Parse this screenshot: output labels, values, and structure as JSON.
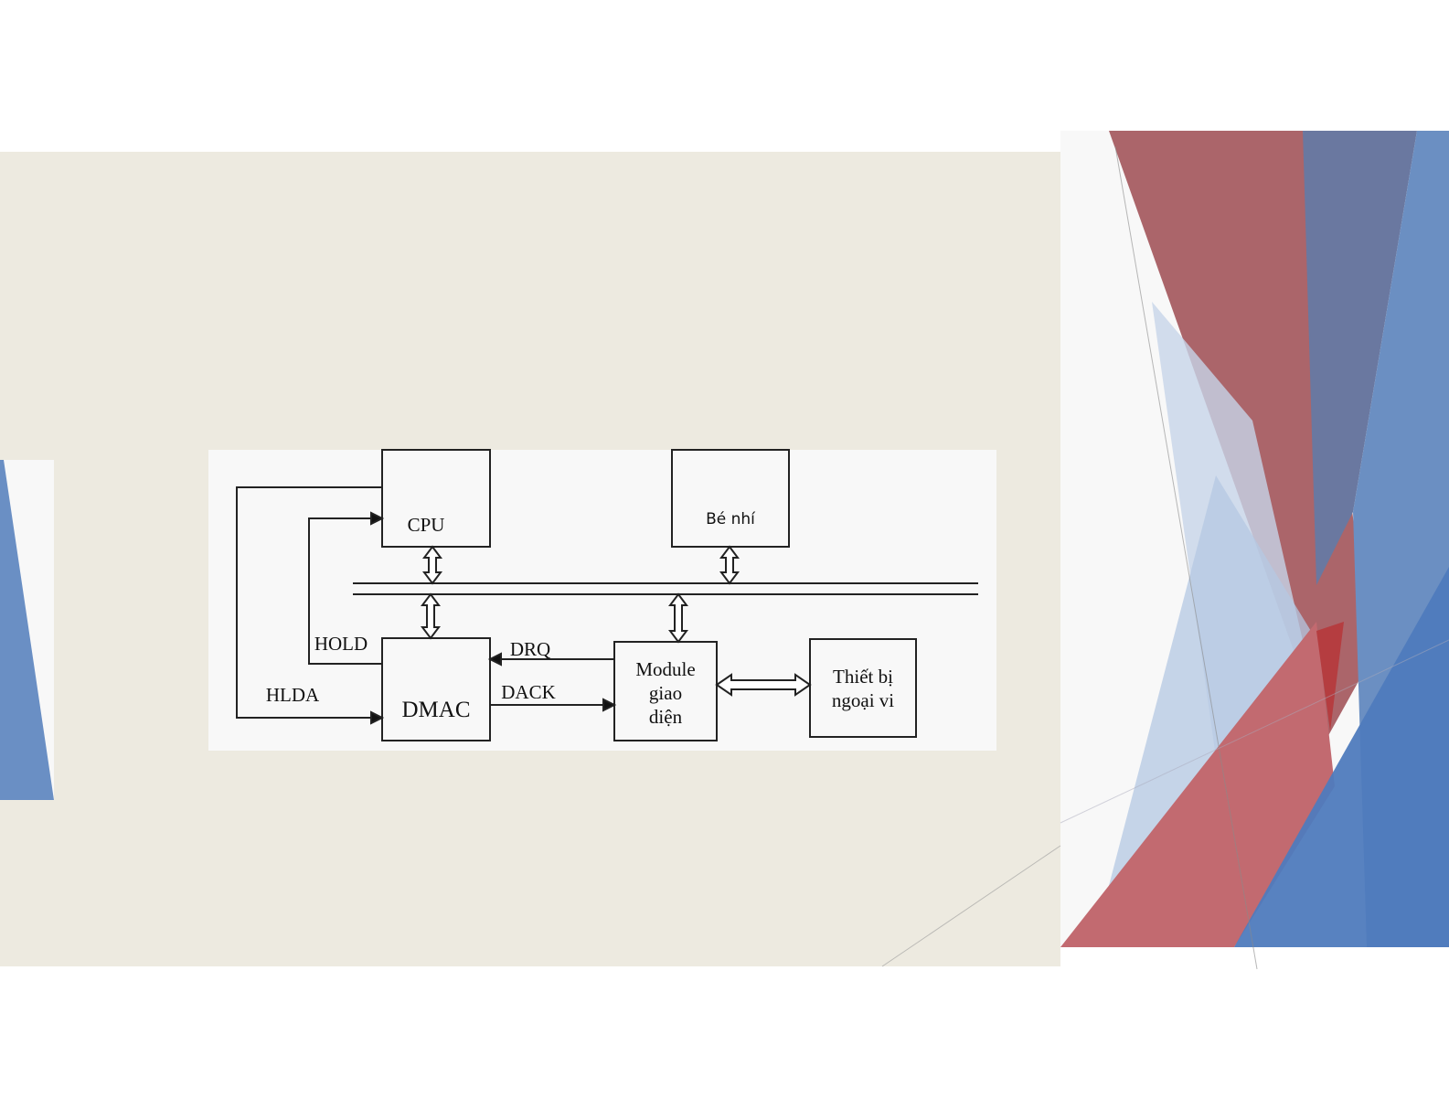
{
  "colors": {
    "slide_bg": "#edeae0",
    "diagram_bg": "#f8f8f8",
    "red": "#a0555a",
    "blue": "#5b83bd"
  },
  "diagram": {
    "cpu": "CPU",
    "memory": "Bé nhí",
    "dmac": "DMAC",
    "module": [
      "Module",
      "giao",
      "diện"
    ],
    "device": [
      "Thiết bị",
      "ngoại vi"
    ],
    "signals": {
      "hold": "HOLD",
      "hlda": "HLDA",
      "drq": "DRQ",
      "dack": "DACK"
    }
  }
}
